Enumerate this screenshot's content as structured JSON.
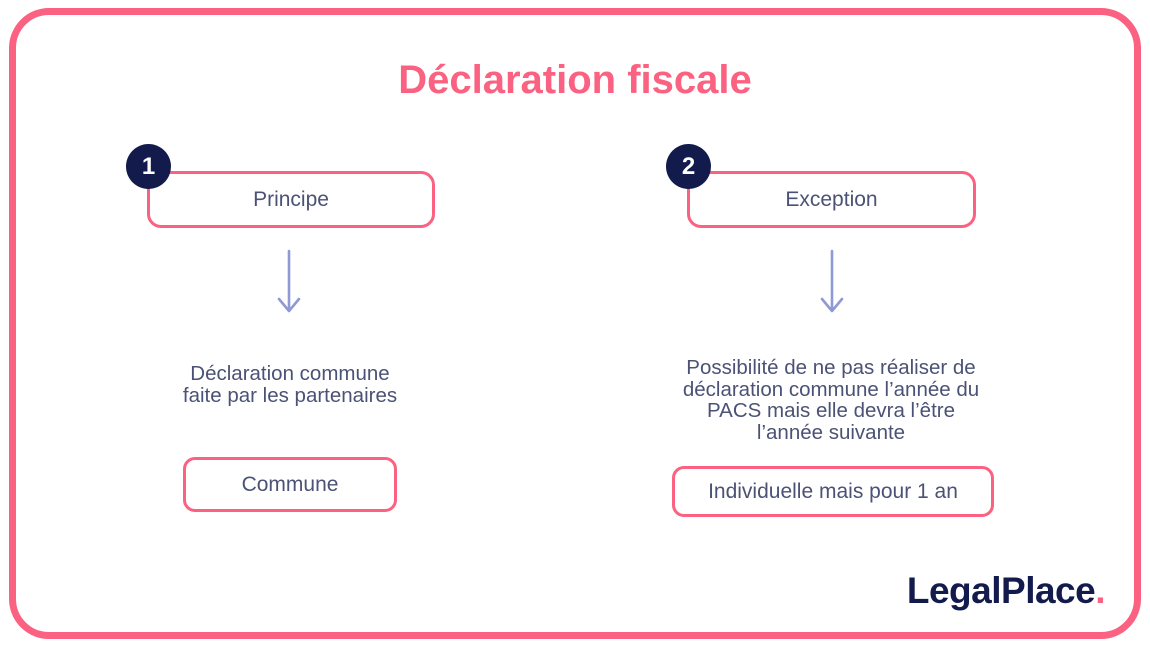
{
  "title": "Déclaration fiscale",
  "colors": {
    "pink": "#fb6180",
    "navy": "#131b4d",
    "slate": "#4b5276",
    "arrow": "#8f99d6"
  },
  "columns": [
    {
      "number": "1",
      "header": "Principe",
      "description_lines": [
        "Déclaration commune",
        "faite par les partenaires"
      ],
      "result": "Commune"
    },
    {
      "number": "2",
      "header": "Exception",
      "description_lines": [
        "Possibilité de ne pas réaliser de",
        "déclaration commune l’année du",
        "PACS mais elle devra l’être",
        "l’année suivante"
      ],
      "result": "Individuelle mais pour 1 an"
    }
  ],
  "brand": {
    "logo_text": "LegalPlace",
    "logo_dot": "."
  }
}
